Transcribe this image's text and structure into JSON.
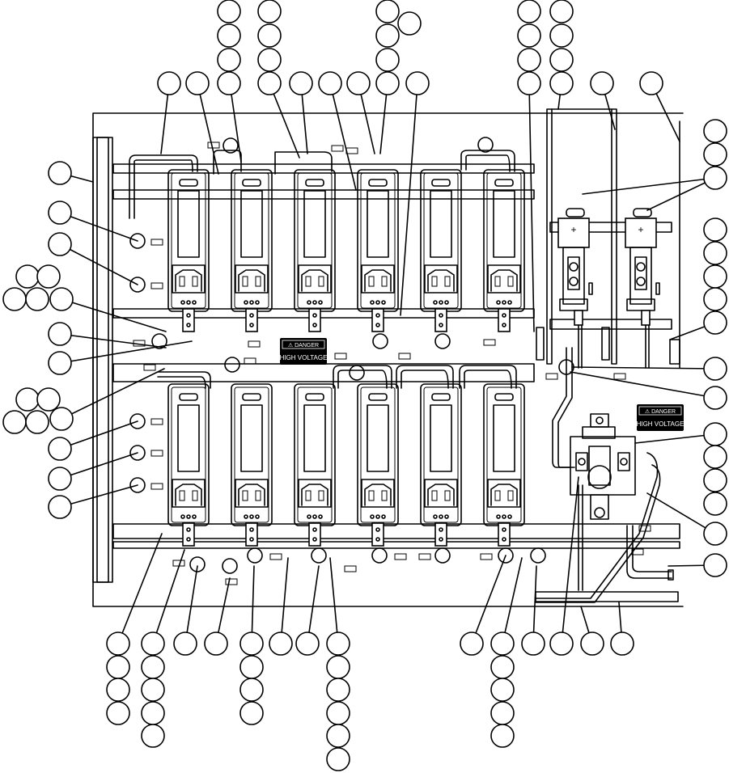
{
  "signs": [
    {
      "header": "⚠ DANGER",
      "text": "HIGH VOLTAGE"
    },
    {
      "header": "⚠ DANGER",
      "text": "HIGH VOLTAGE"
    }
  ],
  "fuse_terminal_marks": [
    "+",
    "+"
  ]
}
